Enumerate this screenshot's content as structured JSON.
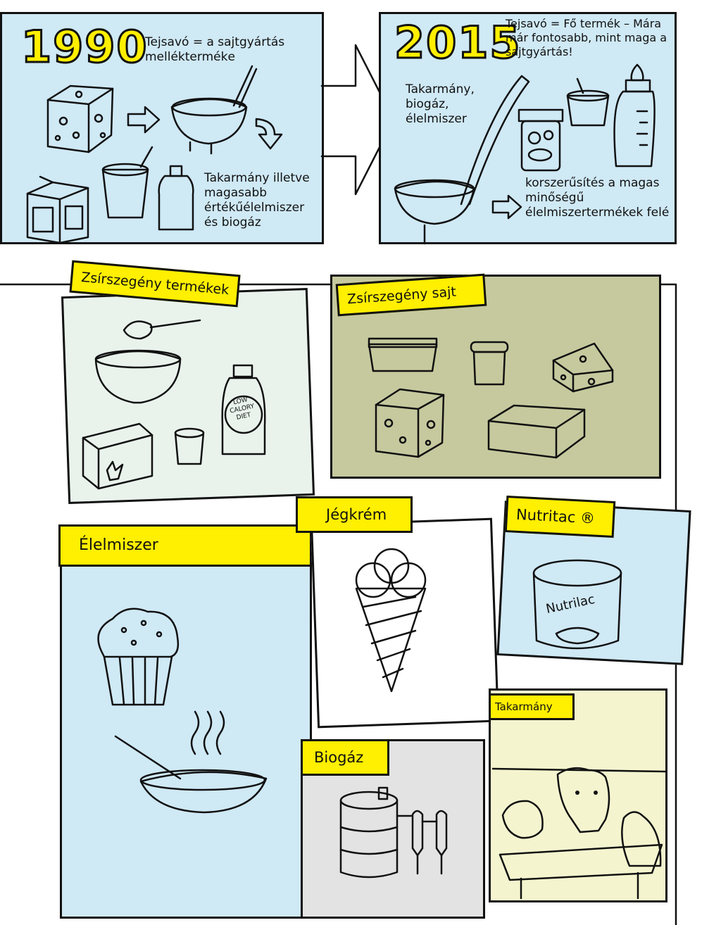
{
  "top": {
    "left": {
      "year": "1990",
      "headline": "Tejsavó = a sajtgyártás melléktermékе",
      "uses": "Takarmány illetve magasabb értékűélelmiszer és biogáz"
    },
    "right": {
      "year": "2015",
      "headline": "Tejsavó = Fő termék – Mára már fontosabb, mint maga a sajtgyártás!",
      "uses": "Takarmány, biogáz, élelmiszer",
      "upgrade": "korszerűsítés a magas minőségű élelmiszertermékek felé"
    }
  },
  "panels": {
    "low_fat_products": "Zsírszegény termékek",
    "low_fat_cheese": "Zsírszegény sajt",
    "food": "Élelmiszer",
    "ice_cream": "Jégkrém",
    "nutritac": "Nutritac ®",
    "feed": "Takarmány",
    "biogas": "Biogáz"
  },
  "drawn_text": {
    "bottle_label": "LOW CALORY DIET",
    "tin_label": "Nutrilac"
  },
  "colors": {
    "yellow": "#ffef00",
    "sky": "#cfe9f5",
    "cheese_olive": "#c6c99e",
    "pale_yellow": "#f4f5cf",
    "pale_blue_green": "#e9f3ec",
    "light_grey": "#e3e3e3",
    "cheese_fill": "#eef3a0"
  }
}
